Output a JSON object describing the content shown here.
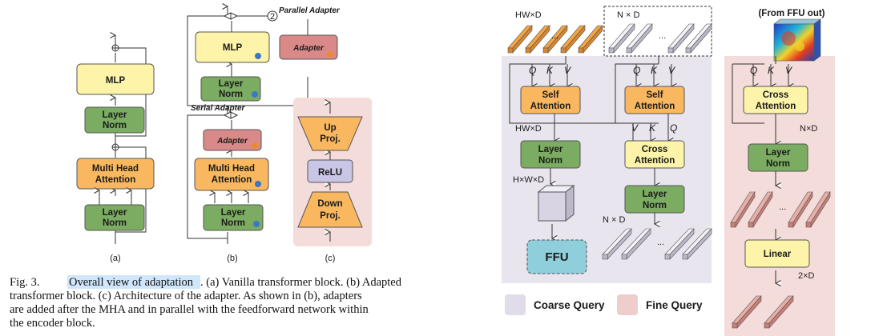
{
  "figure3": {
    "panel_a": {
      "label": "(a)",
      "mlp": "MLP",
      "layer_norm_top": [
        "Layer",
        "Norm"
      ],
      "mha": [
        "Multi Head",
        "Attention"
      ],
      "layer_norm_bottom": [
        "Layer",
        "Norm"
      ]
    },
    "panel_b": {
      "label": "(b)",
      "parallel_adapter_label": "Parallel Adapter",
      "serial_adapter_label": "Serial Adapter",
      "mlp": "MLP",
      "adapter_parallel": "Adapter",
      "layer_norm_top": [
        "Layer",
        "Norm"
      ],
      "adapter_serial": "Adapter",
      "mha": [
        "Multi Head",
        "Attention"
      ],
      "layer_norm_bottom": [
        "Layer",
        "Norm"
      ]
    },
    "panel_c": {
      "label": "(c)",
      "up_proj": [
        "Up",
        "Proj."
      ],
      "relu": "ReLU",
      "down_proj": [
        "Down",
        "Proj."
      ]
    },
    "caption": {
      "prefix": "Fig. 3.",
      "highlight": "Overall view of adaptation",
      "lines": [
        ". (a) Vanilla transformer block. (b) Adapted",
        "transformer block. (c) Architecture of the adapter. As shown in (b), adapters",
        "are added after the MHA and in parallel with the feedforward network within",
        "the encoder block."
      ]
    }
  },
  "figure_right": {
    "hwd_label": "HW×D",
    "nd_label_top": "N × D",
    "from_ffu": "(From FFU out)",
    "qkv": [
      "Q",
      "K",
      "V"
    ],
    "self_attention": [
      "Self",
      "Attention"
    ],
    "hwd_mid": "HW×D",
    "layer_norm": [
      "Layer",
      "Norm"
    ],
    "cross_attention": [
      "Cross",
      "Attention"
    ],
    "vkq": [
      "V",
      "K",
      "Q"
    ],
    "hwd_cube": "H×W×D",
    "nd_mid": "N × D",
    "ffu": "FFU",
    "nd_right": "N×D",
    "linear": "Linear",
    "twod": "2×D",
    "legend_coarse": "Coarse Query",
    "legend_fine": "Fine Query",
    "colors": {
      "orange": "#f9b85f",
      "green": "#7bac61",
      "yellow": "#fdf3a9",
      "adapter_red": "#d98a88",
      "coarse_bg": "#e8e5ee",
      "fine_bg": "#f3dcda",
      "ffu_blue": "#8fcfdc"
    }
  }
}
